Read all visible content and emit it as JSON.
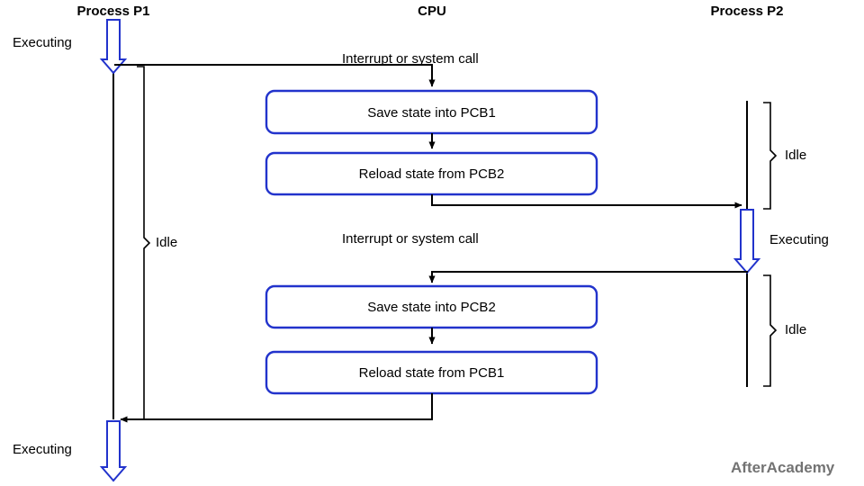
{
  "diagram": {
    "title_not_shown": "",
    "colors": {
      "line": "#000000",
      "box_stroke": "#2233cc",
      "arrow_stroke": "#2233cc",
      "text": "#000000",
      "watermark": "#737373",
      "background": "#ffffff"
    },
    "headers": [
      {
        "id": "p1",
        "label": "Process P1"
      },
      {
        "id": "cpu",
        "label": "CPU"
      },
      {
        "id": "p2",
        "label": "Process P2"
      }
    ],
    "process_states": [
      {
        "id": "p1-exec-top",
        "label": "Executing",
        "lane": "Process P1"
      },
      {
        "id": "p1-idle",
        "label": "Idle",
        "lane": "Process P1"
      },
      {
        "id": "p1-exec-bottom",
        "label": "Executing",
        "lane": "Process P1"
      },
      {
        "id": "p2-idle-top",
        "label": "Idle",
        "lane": "Process P2"
      },
      {
        "id": "p2-exec",
        "label": "Executing",
        "lane": "Process P2"
      },
      {
        "id": "p2-idle-bottom",
        "label": "Idle",
        "lane": "Process P2"
      }
    ],
    "transitions": [
      {
        "id": "interrupt-1",
        "label": "Interrupt or system call",
        "from": "Process P1",
        "to": "CPU"
      },
      {
        "id": "interrupt-2",
        "label": "Interrupt or system call",
        "from": "Process P2",
        "to": "CPU"
      }
    ],
    "cpu_steps": [
      {
        "id": "save-pcb1",
        "label": "Save state into PCB1"
      },
      {
        "id": "reload-pcb2",
        "label": "Reload state from PCB2"
      },
      {
        "id": "save-pcb2",
        "label": "Save state into PCB2"
      },
      {
        "id": "reload-pcb1",
        "label": "Reload state from PCB1"
      }
    ],
    "watermark": "AfterAcademy"
  }
}
